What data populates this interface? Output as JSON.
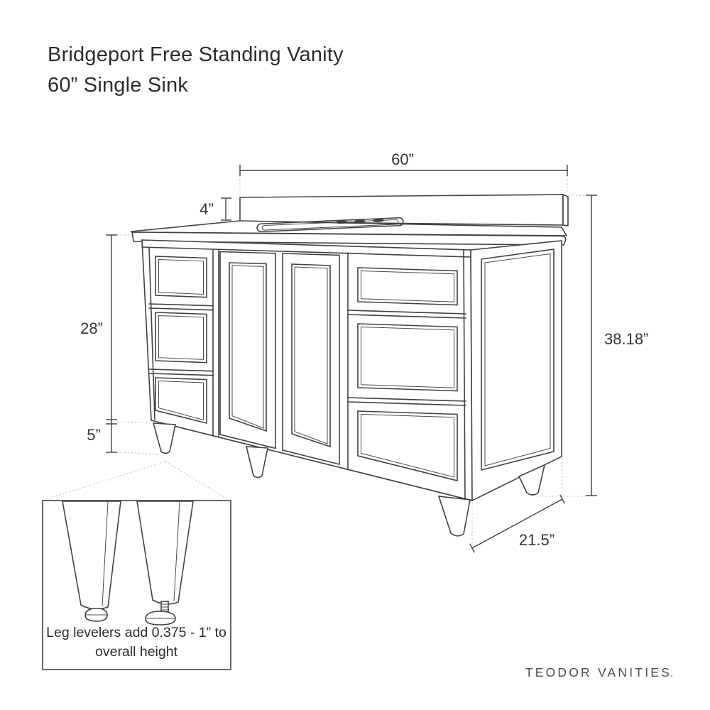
{
  "title": {
    "line1": "Bridgeport Free Standing Vanity",
    "line2": "60” Single Sink"
  },
  "dimensions": {
    "width": {
      "label": "60”"
    },
    "backsplash_height": {
      "label": "4”"
    },
    "cabinet_height": {
      "label": "28”"
    },
    "leg_height": {
      "label": "5”"
    },
    "overall_height": {
      "label": "38.18”"
    },
    "depth": {
      "label": "21.5”"
    }
  },
  "inset_note": {
    "line1": "Leg levelers add 0.375 - 1” to",
    "line2": "overall height"
  },
  "logo": {
    "text": "TEODOR VANITIES",
    "mark": "."
  },
  "colors": {
    "background": "#ffffff",
    "line": "#424242",
    "dotted_guide": "#c6c6c6",
    "text": "#2d2d2d",
    "logo": "#4b4b4b"
  }
}
